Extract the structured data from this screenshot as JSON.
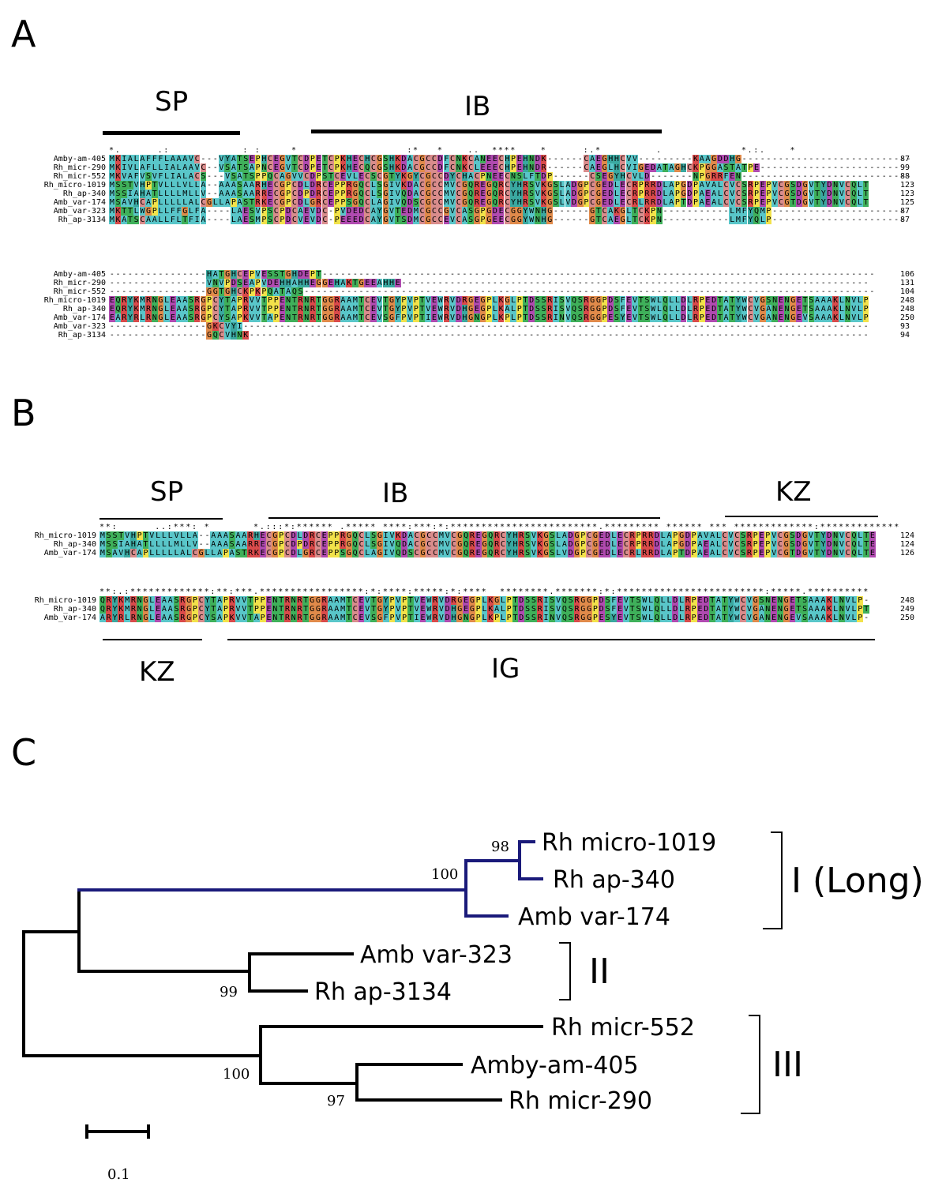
{
  "panels": {
    "a": "A",
    "b": "B",
    "c": "C"
  },
  "panel_a": {
    "regions": [
      "SP",
      "IB"
    ],
    "block1": {
      "consensus": "*.      .:            : :     *                  :*   *    ..  ****    *      :.*         .             *.:.    *",
      "rows": [
        {
          "name": "Amby-am-405",
          "seq": "MKIALAFFFLAAAVC---VYATSEPHCEGVTCDPETCPKHECHCGSHKDACGCCDFCNKCANEECHPEHNDK------CAEGHHCVV---------KAAGDDHG----------------------------",
          "num": "87"
        },
        {
          "name": "Rh_micr-290",
          "seq": "MKIVLAFLLIALAAVC--VSATSAPNCEGVTCDPETCPKHECQCGSHKDACGCCDFCNKCLEEECHPEHNDR------CAEGLHCVIGEDATAGHCKPGGASTATPE------------------------",
          "num": "99"
        },
        {
          "name": "Rh_micr-552",
          "seq": "MKVAFVSVFLIALACS---VSATSPPQCAGVVCDPSTCEVLECSCGTYKGYCGCCDYCHACPNEECNSLFTDP------CSEGYHCVLD-------NPGRRFEN----------------------------",
          "num": "88"
        },
        {
          "name": "Rh_micro-1019",
          "seq": "MSSTVHPTVLLLVLLA--AAASAARHECGPCDLDRCEPPRGQCLSGIVKDACGCCMVCGQREGQRCYHRSVKGSLADGPCGEDLECRPRRDLAPGDPAVALCVCSRPEPVCGSDGVTYDNVCQLT",
          "num": "123"
        },
        {
          "name": "Rh_ap-340",
          "seq": "MSSIAHATLLLLMLLV--AAASAARRECGPCDPDRCEPPRGQCLSGIVQDACGCCMVCGQREGQRCYHRSVKGSLADGPCGEDLECRPRRDLAPGDPAEALCVCSRPEPVCGSDGVTYDNVCQLT",
          "num": "123"
        },
        {
          "name": "Amb_var-174",
          "seq": "MSAVHCAPLLLLLALCGLLAPASTRKECGPCDLGRCEPPSGQCLAGIVQDSCGCCMVCGQREGQRCYHRSVKGSLVDGPCGEDLECRLRRDLAPTDPAEALCVCSRPEPVCGTDGVTYDNVCQLT",
          "num": "125"
        },
        {
          "name": "Amb_var-323",
          "seq": "MKTTLWGPLLFFGLFA----LAESVPSCPDCAEVDC-PVDEDCAYGVTEDMCGCCGVCASGPGDECGGYWNHG------GTCAKGLTCKPN-----------LMFYQMP----------------------",
          "num": "87"
        },
        {
          "name": "Rh_ap-3134",
          "seq": "MKATSCAALLFLTFIA----LAESMPSCPDCVEVDC-PEEEDCAYGVTSDMCGCCEVCASGPGEECGGYWNHG------GTCAEGLTCKPN-----------LMFYQLP----------------------",
          "num": "87"
        }
      ]
    },
    "block2": {
      "rows": [
        {
          "name": "Amby-am-405",
          "seq": "----------------HATGHCEPVESSTGHDEPT-------------------------------------------------------------------------------------------",
          "num": "106"
        },
        {
          "name": "Rh_micr-290",
          "seq": "----------------VNVPDSEAPVDEHHAHHEGGEHAKTGEEAHHE-----------------------------------------------------------------------------",
          "num": "131"
        },
        {
          "name": "Rh_micr-552",
          "seq": "----------------GGTGHCKPKPQATAQS----------------------------------------------------------------------------------------------",
          "num": "104"
        },
        {
          "name": "Rh_micro-1019",
          "seq": "EQRYKMRNGLEAASRGPCYTAPRVVTPPENTRNRTGGRAAMTCEVTGYPVPTVEWRVDRGEGPLKGLPTDSSRISVQSRGGPDSFEVTSWLQLLDLRPEDTATYWCVGSNENGETSAAAKLNVLP",
          "num": "248"
        },
        {
          "name": "Rh_ap-340",
          "seq": "EQRYKMRNGLEAASRGPCYTAPRVVTPPENTRNRTGGRAAMTCEVTGYPVPTVEWRVDHGEGPLKALPTDSSRISVQSRGGPDSFEVTSWLQLLDLRPEDTATYWCVGANENGETSAAAKLNVLP",
          "num": "248"
        },
        {
          "name": "Amb_var-174",
          "seq": "EARYRLRNGLEAASRGPCYSAPKVVTAPENTRNRTGGRAAMTCEVSGFPVPTIEWRVDHGNGPLKPLPTDSSRINVQSRGGPESYEVTSWLQLLDLRPEDTATYWCVGANENGEVSAAAKLNVLP",
          "num": "250"
        },
        {
          "name": "Amb_var-323",
          "seq": "----------------GKCVYI-------------------------------------------------------------------------------------------------------",
          "num": "93"
        },
        {
          "name": "Rh_ap-3134",
          "seq": "----------------GQCVHNK------------------------------------------------------------------------------------------------------",
          "num": "94"
        }
      ]
    }
  },
  "panel_b": {
    "regions_top": [
      "SP",
      "IB",
      "KZ"
    ],
    "regions_bottom": [
      "KZ",
      "IG"
    ],
    "block1": {
      "consensus": "**:      ..:***: *       *.:::*:****** .***** ****:***:*:************************.********* ****** *** *************:*************",
      "rows": [
        {
          "name": "Rh_micro-1019",
          "seq": "MSSTVHPTVLLLVLLA--AAASAARHECGPCDLDRCEPPRGQCLSGIVKDACGCCMVCGQREGQRCYHRSVKGSLADGPCGEDLECRPRRDLAPGDPAVALCVCSRPEPVCGSDGVTYDNVCQLTE",
          "num": "124"
        },
        {
          "name": "Rh_ap-340",
          "seq": "MSSIAHATLLLLMLLV--AAASAARRECGPCDPDRCEPPRGQCLSGIVQDACGCCMVCGQREGQRCYHRSVKGSLADGPCGEDLECRPRRDLAPGDPAEALCVCSRPEPVCGSDGVTYDNVCQLTE",
          "num": "124"
        },
        {
          "name": "Amb_var-174",
          "seq": "MSAVHCAPLLLLLALCGLLAPASTRKECGPCDLGRCEPPSGQCLAGIVQDSCGCCMVCGQREGQRCYHRSVKGSLVDGPCGEDLECRLRRDLAPTDPAEALCVCSRPEPVCGTDGVTYDNVCQLTE",
          "num": "126"
        }
      ]
    },
    "block2": {
      "consensus": "**:.:*************:**:***.*****************:*:****:*****:*:****  ********.*******:*:************************:*****.**********",
      "rows": [
        {
          "name": "Rh_micro-1019",
          "seq": "QRYKMRNGLEAASRGPCYTAPRVVTPPENTRNRTGGRAAMTCEVTGYPVPTVEWRVDRGEGPLKGLPTDSSRISVQSRGGPDSFEVTSWLQLLDLRPEDTATYWCVGSNENGETSAAAKLNVLP-",
          "num": "248"
        },
        {
          "name": "Rh_ap-340",
          "seq": "QRYKMRNGLEAASRGPCYTAPRVVTPPENTRNRTGGRAAMTCEVTGYPVPTVEWRVDHGEGPLKALPTDSSRISVQSRGGPDSFEVTSWLQLLDLRPEDTATYWCVGANENGETSAAAKLNVLPT",
          "num": "249"
        },
        {
          "name": "Amb_var-174",
          "seq": "ARYRLRNGLEAASRGPCYSAPKVVTAPENTRNRTGGRAAMTCEVSGFPVPTIEWRVDHGNGPLKPLPTDSSRINVQSRGGPESYEVTSWLQLLDLRPEDTATYWCVGANENGEVSAAAKLNVLP-",
          "num": "250"
        }
      ]
    }
  },
  "panel_c": {
    "taxa": [
      "Rh micro-1019",
      "Rh ap-340",
      "Amb var-174",
      "Amb var-323",
      "Rh ap-3134",
      "Rh micr-552",
      "Amby-am-405",
      "Rh micr-290"
    ],
    "bootstrap": [
      "98",
      "100",
      "99",
      "100",
      "97"
    ],
    "groups": [
      "I (Long)",
      "II",
      "III"
    ],
    "scale_label": "0.1",
    "colors": {
      "long_clade": "#1a1a7a",
      "branch": "#000000"
    }
  },
  "residue_colors": {
    "A": "#59c6c9",
    "V": "#59c6c9",
    "L": "#59c6c9",
    "I": "#59c6c9",
    "M": "#59c6c9",
    "F": "#59c6c9",
    "W": "#59c6c9",
    "C": "#d98c8c",
    "G": "#e08a4a",
    "P": "#f2e24a",
    "Y": "#3aa8a0",
    "H": "#3aa8a0",
    "S": "#3fb05a",
    "T": "#3fb05a",
    "N": "#3fb05a",
    "Q": "#3fb05a",
    "D": "#b04ab0",
    "E": "#b04ab0",
    "K": "#d94a4a",
    "R": "#d94a4a"
  }
}
